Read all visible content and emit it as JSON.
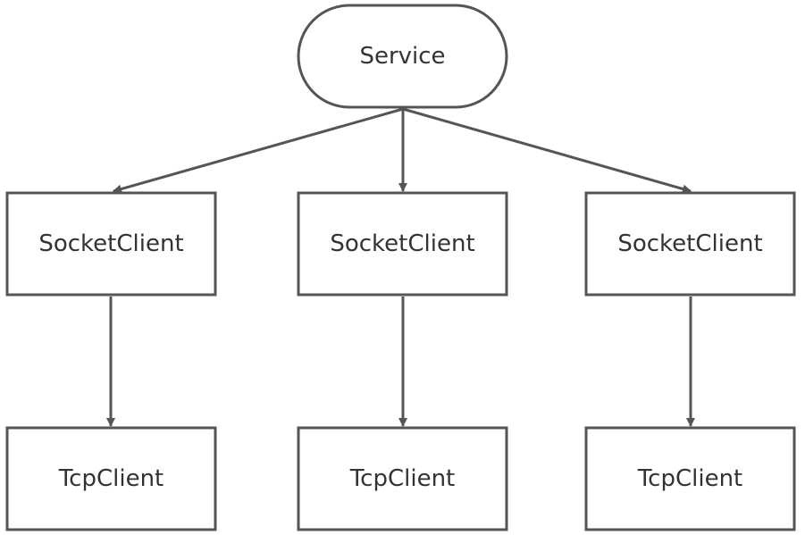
{
  "colors": {
    "stroke": "#555555",
    "fill": "#ffffff",
    "text": "#333333"
  },
  "nodes": {
    "service": {
      "label": "Service",
      "shape": "stadium"
    },
    "socket_clients": [
      {
        "label": "SocketClient"
      },
      {
        "label": "SocketClient"
      },
      {
        "label": "SocketClient"
      }
    ],
    "tcp_clients": [
      {
        "label": "TcpClient"
      },
      {
        "label": "TcpClient"
      },
      {
        "label": "TcpClient"
      }
    ]
  },
  "edges": [
    {
      "from": "service",
      "to": "socket_client_1"
    },
    {
      "from": "service",
      "to": "socket_client_2"
    },
    {
      "from": "service",
      "to": "socket_client_3"
    },
    {
      "from": "socket_client_1",
      "to": "tcp_client_1"
    },
    {
      "from": "socket_client_2",
      "to": "tcp_client_2"
    },
    {
      "from": "socket_client_3",
      "to": "tcp_client_3"
    }
  ]
}
